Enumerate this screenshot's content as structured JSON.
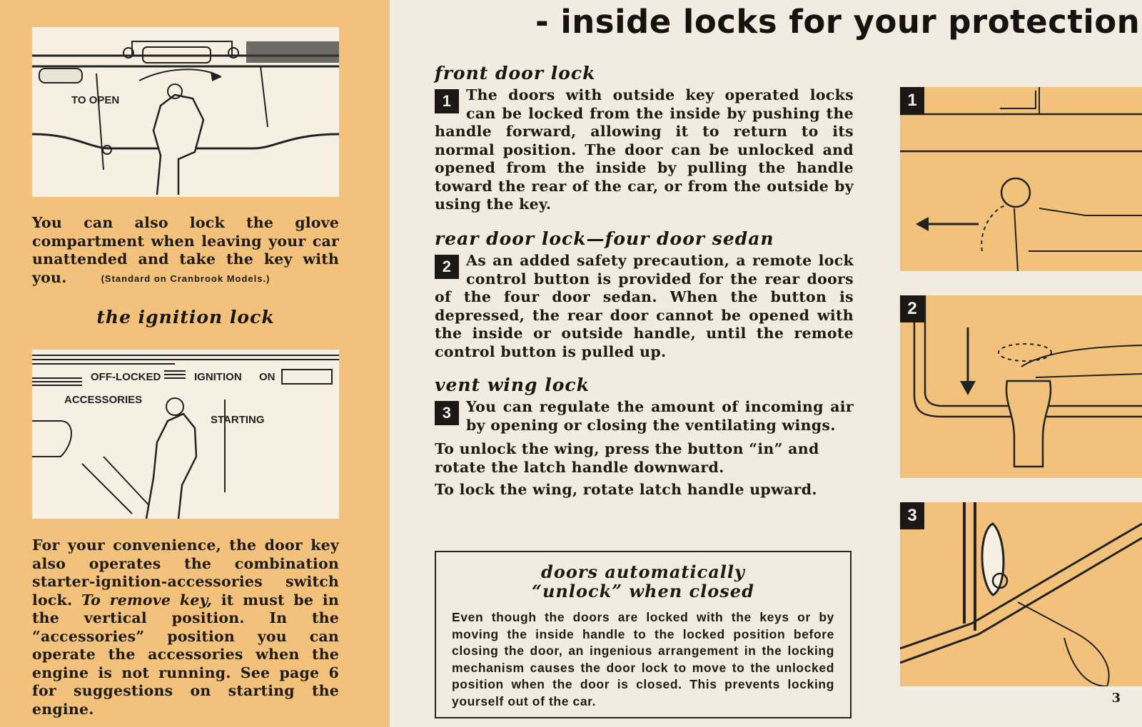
{
  "page_title": "- inside locks for your protection",
  "page_number": "3",
  "left": {
    "illus1_label": "TO OPEN",
    "glove_text": "You can also lock the glove compartment when leaving your car unattended and take the key with you.",
    "glove_note": "(Standard on Cranbrook Models.)",
    "ignition_heading": "the ignition lock",
    "ignition_labels": {
      "off_locked": "OFF-LOCKED",
      "ignition": "IGNITION",
      "on": "ON",
      "accessories": "ACCESSORIES",
      "starting": "STARTING"
    },
    "convenience_text_1": "For your convenience, the door key also operates the combination starter-ignition-accessories switch lock.",
    "convenience_emph": "To remove key,",
    "convenience_text_2": "it must be in the vertical position. In the “accessories” position you can operate the accessories when the engine is not running. See page 6 for suggestions on starting the engine."
  },
  "sections": [
    {
      "heading": "front door lock",
      "step": "1",
      "text": "The doors with outside key operated locks can be locked from the inside by pushing the handle forward, allowing it to return to its normal position. The door can be unlocked and opened from the inside by pulling the handle toward the rear of the car, or from the outside by using the key."
    },
    {
      "heading": "rear door lock—four door sedan",
      "step": "2",
      "text": "As an added safety precaution, a remote lock control button is provided for the rear doors of the four door sedan. When the button is depressed, the rear door cannot be opened with the inside or outside handle, until the remote control button is pulled up."
    },
    {
      "heading": "vent wing lock",
      "step": "3",
      "text": "You can regulate the amount of incoming air by opening or closing the ventilating wings.",
      "extra_1": "To unlock the wing, press the button “in” and rotate the latch handle downward.",
      "extra_2": "To lock the wing, rotate latch handle upward."
    }
  ],
  "box": {
    "title_line1": "doors automatically",
    "title_line2": "“unlock” when closed",
    "body": "Even though the doors are locked with the keys or by moving the inside handle to the locked position before closing the door, an ingenious arrangement in the locking mechanism causes the door lock to move to the unlocked position when the door is closed. This prevents locking yourself out of the car."
  },
  "side_figures": [
    "1",
    "2",
    "3"
  ],
  "colors": {
    "cream": "#f1ebe0",
    "orange": "#f2c27c",
    "ink": "#1f1a14"
  }
}
